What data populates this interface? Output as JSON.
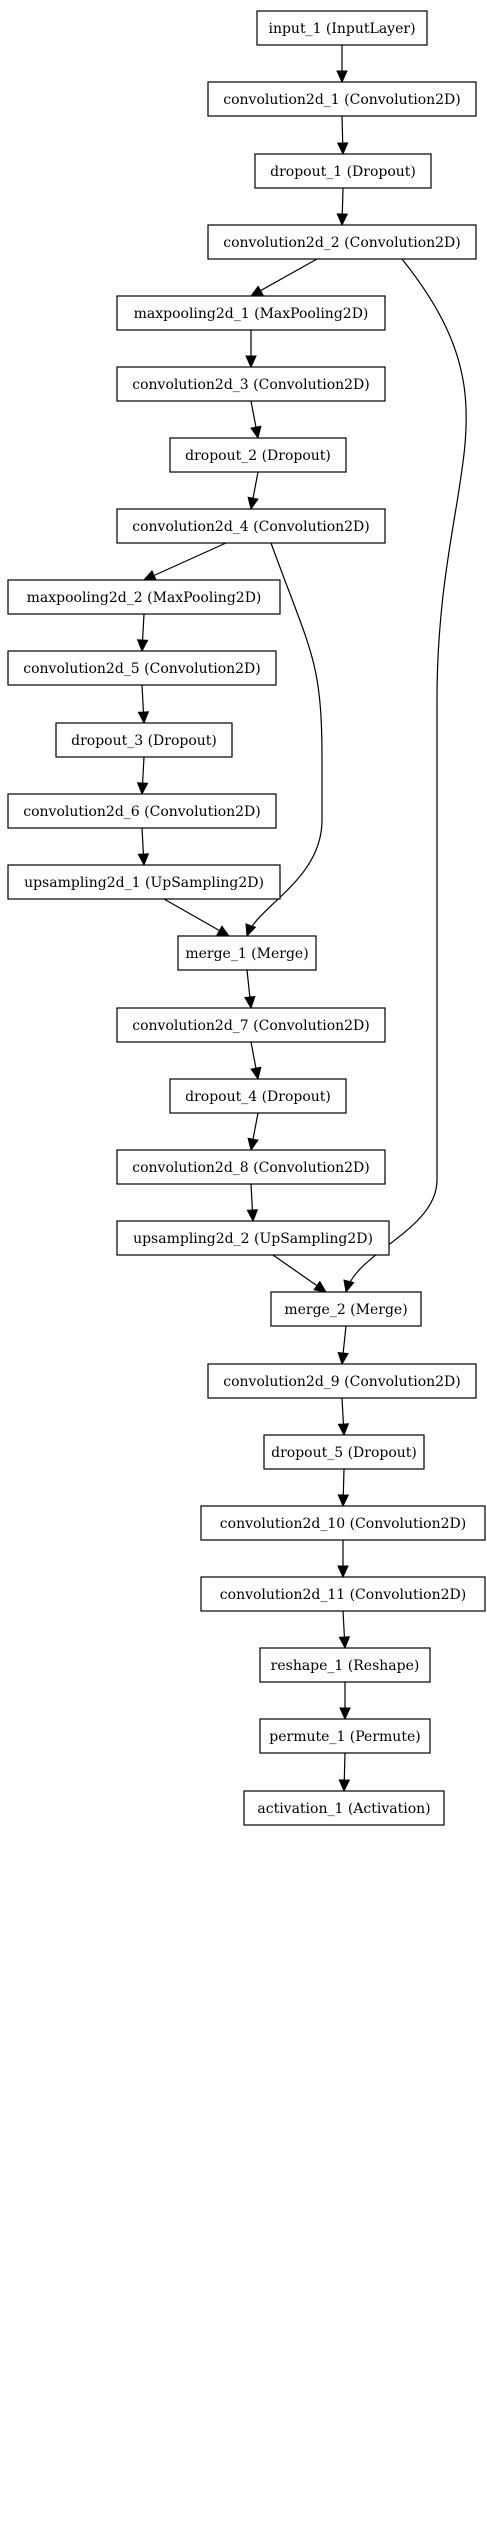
{
  "nodes": [
    {
      "id": "input_1",
      "label": "input_1 (InputLayer)"
    },
    {
      "id": "conv2d_1",
      "label": "convolution2d_1 (Convolution2D)"
    },
    {
      "id": "dropout_1",
      "label": "dropout_1 (Dropout)"
    },
    {
      "id": "conv2d_2",
      "label": "convolution2d_2 (Convolution2D)"
    },
    {
      "id": "maxpool_1",
      "label": "maxpooling2d_1 (MaxPooling2D)"
    },
    {
      "id": "conv2d_3",
      "label": "convolution2d_3 (Convolution2D)"
    },
    {
      "id": "dropout_2",
      "label": "dropout_2 (Dropout)"
    },
    {
      "id": "conv2d_4",
      "label": "convolution2d_4 (Convolution2D)"
    },
    {
      "id": "maxpool_2",
      "label": "maxpooling2d_2 (MaxPooling2D)"
    },
    {
      "id": "conv2d_5",
      "label": "convolution2d_5 (Convolution2D)"
    },
    {
      "id": "dropout_3",
      "label": "dropout_3 (Dropout)"
    },
    {
      "id": "conv2d_6",
      "label": "convolution2d_6 (Convolution2D)"
    },
    {
      "id": "upsamp_1",
      "label": "upsampling2d_1 (UpSampling2D)"
    },
    {
      "id": "merge_1",
      "label": "merge_1 (Merge)"
    },
    {
      "id": "conv2d_7",
      "label": "convolution2d_7 (Convolution2D)"
    },
    {
      "id": "dropout_4",
      "label": "dropout_4 (Dropout)"
    },
    {
      "id": "conv2d_8",
      "label": "convolution2d_8 (Convolution2D)"
    },
    {
      "id": "upsamp_2",
      "label": "upsampling2d_2 (UpSampling2D)"
    },
    {
      "id": "merge_2",
      "label": "merge_2 (Merge)"
    },
    {
      "id": "conv2d_9",
      "label": "convolution2d_9 (Convolution2D)"
    },
    {
      "id": "dropout_5",
      "label": "dropout_5 (Dropout)"
    },
    {
      "id": "conv2d_10",
      "label": "convolution2d_10 (Convolution2D)"
    },
    {
      "id": "conv2d_11",
      "label": "convolution2d_11 (Convolution2D)"
    },
    {
      "id": "reshape_1",
      "label": "reshape_1 (Reshape)"
    },
    {
      "id": "permute_1",
      "label": "permute_1 (Permute)"
    },
    {
      "id": "activation_1",
      "label": "activation_1 (Activation)"
    }
  ],
  "edges": [
    {
      "from": "input_1",
      "to": "conv2d_1"
    },
    {
      "from": "conv2d_1",
      "to": "dropout_1"
    },
    {
      "from": "dropout_1",
      "to": "conv2d_2"
    },
    {
      "from": "conv2d_2",
      "to": "maxpool_1"
    },
    {
      "from": "conv2d_2",
      "to": "merge_2"
    },
    {
      "from": "maxpool_1",
      "to": "conv2d_3"
    },
    {
      "from": "conv2d_3",
      "to": "dropout_2"
    },
    {
      "from": "dropout_2",
      "to": "conv2d_4"
    },
    {
      "from": "conv2d_4",
      "to": "maxpool_2"
    },
    {
      "from": "conv2d_4",
      "to": "merge_1"
    },
    {
      "from": "maxpool_2",
      "to": "conv2d_5"
    },
    {
      "from": "conv2d_5",
      "to": "dropout_3"
    },
    {
      "from": "dropout_3",
      "to": "conv2d_6"
    },
    {
      "from": "conv2d_6",
      "to": "upsamp_1"
    },
    {
      "from": "upsamp_1",
      "to": "merge_1"
    },
    {
      "from": "merge_1",
      "to": "conv2d_7"
    },
    {
      "from": "conv2d_7",
      "to": "dropout_4"
    },
    {
      "from": "dropout_4",
      "to": "conv2d_8"
    },
    {
      "from": "conv2d_8",
      "to": "upsamp_2"
    },
    {
      "from": "upsamp_2",
      "to": "merge_2"
    },
    {
      "from": "merge_2",
      "to": "conv2d_9"
    },
    {
      "from": "conv2d_9",
      "to": "dropout_5"
    },
    {
      "from": "dropout_5",
      "to": "conv2d_10"
    },
    {
      "from": "conv2d_10",
      "to": "conv2d_11"
    },
    {
      "from": "conv2d_11",
      "to": "reshape_1"
    },
    {
      "from": "reshape_1",
      "to": "permute_1"
    },
    {
      "from": "permute_1",
      "to": "activation_1"
    }
  ],
  "colors": {
    "stroke": "#000000",
    "fill": "#ffffff",
    "text": "#000000"
  }
}
